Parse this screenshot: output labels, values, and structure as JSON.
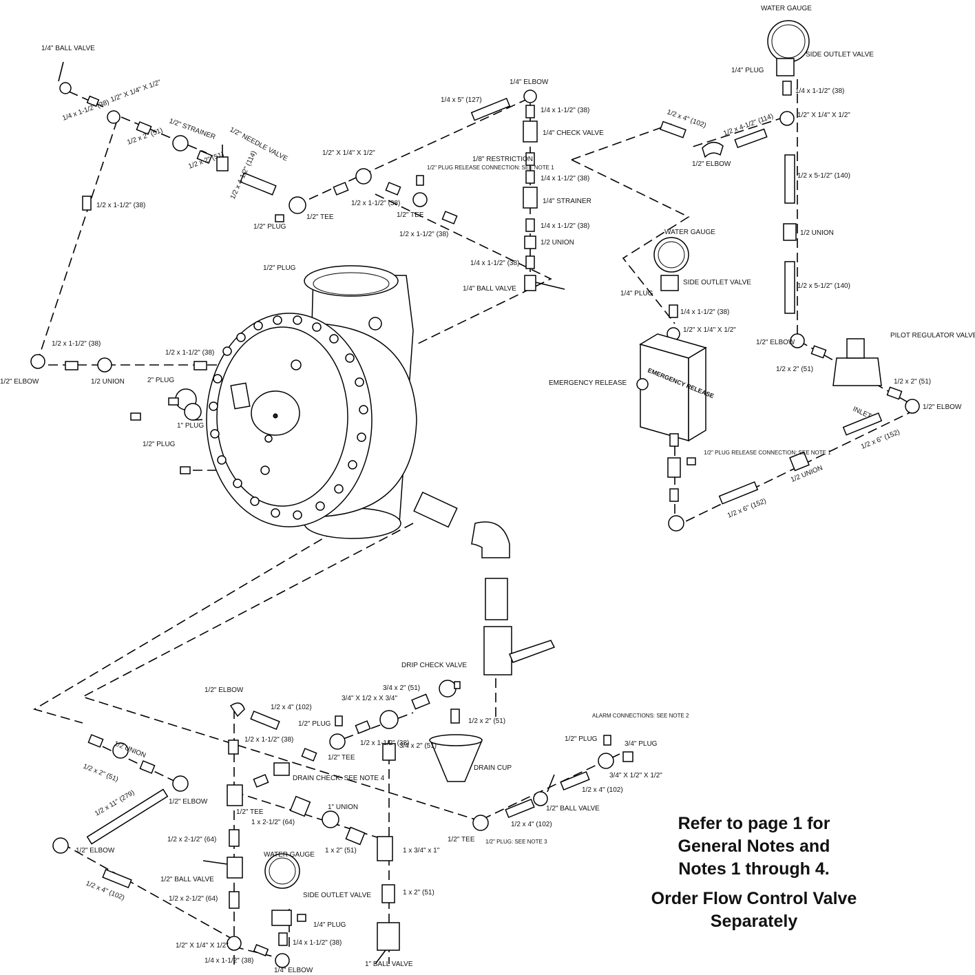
{
  "labels": {
    "ball_valve_quarter_top": "1/4\" BALL VALVE",
    "tee_half_quarter_half_left": "1/2\" X 1/4\" X 1/2\"",
    "nipple_quarter_1_5_left": "1/4 x 1-1/2\" (38)",
    "nipple_half_2_a": "1/2 x 2\" (51)",
    "strainer_half": "1/2\" STRAINER",
    "needle_valve_half": "1/2\" NEEDLE VALVE",
    "nipple_half_2_b": "1/2 x 2\" (51)",
    "nipple_half_4_5": "1/2 x 4-1/2\" (114)",
    "plug_half_a": "1/2\" PLUG",
    "tee_half_a": "1/2\" TEE",
    "nipple_half_1_5_center": "1/2 x 1-1/2\" (38)",
    "tee_half_b": "1/2\" TEE",
    "tee_half_quarter_half_center": "1/2\" X 1/4\" X 1/2\"",
    "plug_release_top": "1/2\" PLUG RELEASE CONNECTION: SEE NOTE 1",
    "nipple_half_1_5_diag": "1/2 x 1-1/2\" (38)",
    "nipple_half_1_5_left_vert": "1/2 x 1-1/2\" (38)",
    "nipple_quarter_5": "1/4 x 5\" (127)",
    "elbow_quarter_top": "1/4\" ELBOW",
    "nipple_quarter_1_5_a": "1/4 x 1-1/2\" (38)",
    "check_valve_quarter": "1/4\" CHECK VALVE",
    "restriction": "1/8\" RESTRICTION",
    "nipple_quarter_1_5_b": "1/4 x 1-1/2\" (38)",
    "strainer_quarter": "1/4\" STRAINER",
    "nipple_quarter_1_5_c": "1/4 x 1-1/2\" (38)",
    "union_half_center": "1/2 UNION",
    "nipple_quarter_1_5_d": "1/4 x 1-1/2\" (38)",
    "ball_valve_quarter_center": "1/4\" BALL VALVE",
    "plug_half_body": "1/2\" PLUG",
    "water_gauge_top": "WATER GAUGE",
    "side_outlet_valve_top": "SIDE OUTLET VALVE",
    "plug_quarter_top": "1/4\" PLUG",
    "nipple_quarter_1_5_right": "1/4 x 1-1/2\" (38)",
    "tee_half_quarter_half_right": "1/2\" X 1/4\" X 1/2\"",
    "nipple_half_4": "1/2 x 4\" (102)",
    "nipple_half_4_5_right": "1/2 x 4-1/2\" (114)",
    "elbow_half_top_right": "1/2\" ELBOW",
    "nipple_half_5_5_a": "1/2 x 5-1/2\" (140)",
    "union_half_right": "1/2 UNION",
    "nipple_half_5_5_b": "1/2 x 5-1/2\" (140)",
    "water_gauge_mid": "WATER GAUGE",
    "side_outlet_valve_mid": "SIDE OUTLET VALVE",
    "plug_quarter_mid": "1/4\" PLUG",
    "nipple_quarter_1_5_mid": "1/4 x 1-1/2\" (38)",
    "tee_half_quarter_half_mid": "1/2\" X 1/4\" X 1/2\"",
    "elbow_half_right_a": "1/2\" ELBOW",
    "pilot_regulator": "PILOT REGULATOR VALVE",
    "nipple_half_2_right_a": "1/2 x 2\" (51)",
    "nipple_half_2_right_b": "1/2 x 2\" (51)",
    "elbow_half_far_right": "1/2\" ELBOW",
    "inlet": "INLET",
    "nipple_half_6_a": "1/2 x 6\" (152)",
    "union_half_right_low": "1/2 UNION",
    "nipple_half_6_b": "1/2 x 6\" (152)",
    "plug_release_right": "1/2\" PLUG RELEASE CONNECTION: SEE NOTE 1",
    "emergency_release": "EMERGENCY RELEASE",
    "emergency_box_text": "EMERGENCY RELEASE",
    "elbow_half_left": "1/2\" ELBOW",
    "nipple_half_1_5_leftbottom": "1/2 x 1-1/2\" (38)",
    "union_half_left": "1/2 UNION",
    "nipple_half_1_5_body": "1/2 x 1-1/2\" (38)",
    "plug_two_inch": "2\" PLUG",
    "plug_one_inch": "1\" PLUG",
    "plug_half_body_b": "1/2\" PLUG",
    "drip_check_valve": "DRIP CHECK VALVE",
    "nipple_3q_2": "3/4 x 2\" (51)",
    "tee_3q_half_3q": "3/4\" X 1/2 x X 3/4\"",
    "nipple_half_2_drip": "1/2 x 2\" (51)",
    "elbow_half_bottom": "1/2\" ELBOW",
    "nipple_half_4_bottom": "1/2 x 4\" (102)",
    "plug_half_bottom": "1/2\" PLUG",
    "nipple_half_1_5_bottom": "1/2 x 1-1/2\" (38)",
    "tee_half_bottom_a": "1/2\" TEE",
    "nipple_half_1_5_bottom_b": "1/2 x 1-1/2\" (38)",
    "nipple_3q_2_b": "3/4 x 2\" (51)",
    "drain_cup": "DRAIN CUP",
    "drain_check": "DRAIN CHECK: SEE NOTE 4",
    "tee_half_bottom_b": "1/2\" TEE",
    "union_one_inch": "1\" UNION",
    "nipple_1_2_5": "1 x 2-1/2\" (64)",
    "nipple_1_2": "1 x 2\" (51)",
    "tee_1_3q_1": "1 x 3/4\" x 1\"",
    "nipple_1_2_b": "1 x 2\" (51)",
    "ball_valve_one_inch": "1\" BALL VALVE",
    "union_half_bottom_left": "1/2 UNION",
    "nipple_half_2_bottom_left": "1/2 x 2\" (51)",
    "elbow_half_bottom_left_a": "1/2\" ELBOW",
    "nipple_half_11": "1/2 x 11\" (279)",
    "elbow_half_bottom_left_b": "1/2\" ELBOW",
    "nipple_half_4_bottom_left": "1/2 x 4\" (102)",
    "nipple_half_2_5_a": "1/2 x 2-1/2\" (64)",
    "ball_valve_half_bottom": "1/2\" BALL VALVE",
    "nipple_half_2_5_b": "1/2 x 2-1/2\" (64)",
    "tee_half_quarter_half_bottom": "1/2\" X 1/4\" X 1/2\"",
    "nipple_quarter_1_5_bottom": "1/4 x 1-1/2\" (38)",
    "elbow_quarter_bottom": "1/4\" ELBOW",
    "water_gauge_bottom": "WATER GAUGE",
    "side_outlet_valve_bottom": "SIDE OUTLET VALVE",
    "plug_quarter_bottom": "1/4\" PLUG",
    "nipple_quarter_1_5_bottom_b": "1/4 x 1-1/2\" (38)",
    "alarm_connections": "ALARM CONNECTIONS: SEE NOTE 2",
    "plug_half_alarm": "1/2\" PLUG",
    "plug_3q_alarm": "3/4\" PLUG",
    "tee_3q_half_half": "3/4\" X 1/2\" X 1/2\"",
    "nipple_half_4_alarm": "1/2 x 4\" (102)",
    "ball_valve_half_alarm": "1/2\" BALL VALVE",
    "nipple_half_4_alarm_b": "1/2 x 4\" (102)",
    "tee_half_alarm": "1/2\" TEE",
    "plug_half_note3": "1/2\" PLUG: SEE NOTE 3"
  },
  "notes": {
    "line1": "Refer to page 1 for",
    "line2": "General Notes and",
    "line3": "Notes 1 through 4.",
    "line4": "Order Flow Control Valve",
    "line5": "Separately"
  }
}
